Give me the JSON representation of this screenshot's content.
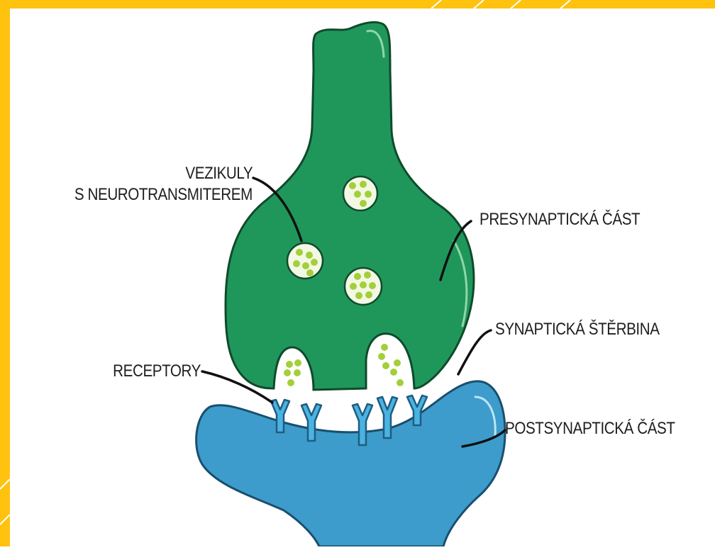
{
  "labels": {
    "vesicles_line1": "VEZIKULY",
    "vesicles_line2": "S NEUROTRANSMITEREM",
    "presynaptic": "PRESYNAPTICKÁ ČÁST",
    "cleft": "SYNAPTICKÁ ŠTĚRBINA",
    "receptors": "RECEPTORY",
    "postsynaptic": "POSTSYNAPTICKÁ ČÁST"
  },
  "colors": {
    "frame": "#ffc20e",
    "presynaptic_fill": "#20975a",
    "presynaptic_outline": "#0f4a2c",
    "postsynaptic_fill": "#3d9ccb",
    "postsynaptic_outline": "#1a4f6e",
    "receptor_fill": "#4ab3e2",
    "vesicle_fill": "#f3f8e4",
    "neurotransmitter": "#a3cf3a",
    "leader_line": "#111111"
  }
}
